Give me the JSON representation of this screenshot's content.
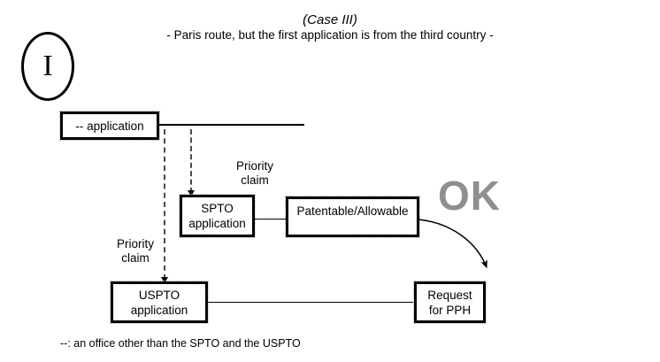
{
  "header": {
    "case_label": "(Case III)",
    "subtitle": "- Paris route, but the first application is from the third country -"
  },
  "badge": {
    "label": "I"
  },
  "boxes": {
    "first_application": "-- application",
    "spto_application_line1": "SPTO",
    "spto_application_line2": "application",
    "patentable": "Patentable/Allowable",
    "uspto_application_line1": "USPTO",
    "uspto_application_line2": "application",
    "request_pph_line1": "Request",
    "request_pph_line2": "for PPH"
  },
  "labels": {
    "priority_claim_upper_line1": "Priority",
    "priority_claim_upper_line2": "claim",
    "priority_claim_lower_line1": "Priority",
    "priority_claim_lower_line2": "claim",
    "ok": "OK"
  },
  "legend": {
    "note": "--: an office other than the SPTO and the USPTO"
  },
  "colors": {
    "stroke": "#000000",
    "dashed_stroke": "#4a4a4a",
    "ok_gray": "#8f8f8f",
    "background": "#ffffff"
  }
}
